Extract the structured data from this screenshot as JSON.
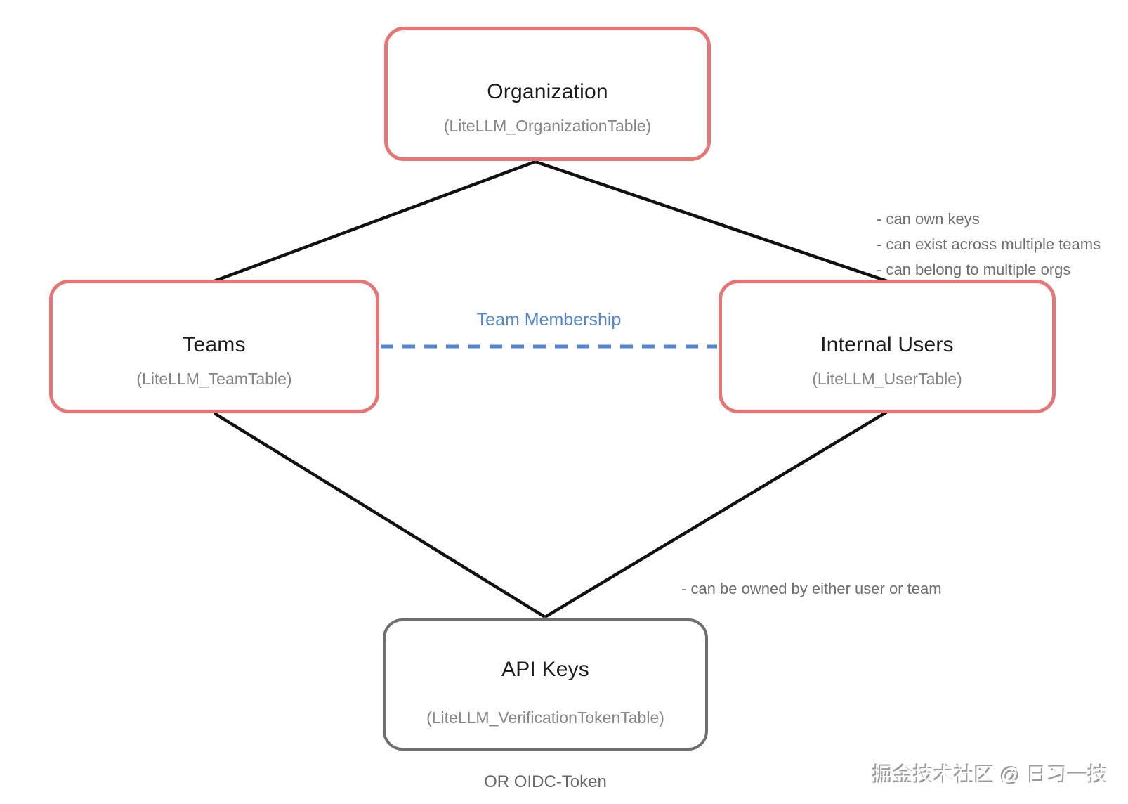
{
  "diagram": {
    "nodes": {
      "organization": {
        "title": "Organization",
        "subtitle": "(LiteLLM_OrganizationTable)"
      },
      "teams": {
        "title": "Teams",
        "subtitle": "(LiteLLM_TeamTable)"
      },
      "internal_users": {
        "title": "Internal Users",
        "subtitle": "(LiteLLM_UserTable)"
      },
      "api_keys": {
        "title": "API Keys",
        "subtitle": "(LiteLLM_VerificationTokenTable)"
      }
    },
    "labels": {
      "team_membership": "Team Membership",
      "oidc_alternative": "OR OIDC-Token"
    },
    "annotations": {
      "internal_users_notes": [
        "- can own keys",
        "- can exist across multiple teams",
        "- can belong to multiple orgs"
      ],
      "api_keys_note": "- can be owned by either user or team"
    },
    "watermark": "掘金技术社区 @ 日习一技",
    "colors": {
      "red_node_border": "#e87575",
      "gray_node_border": "#6e6e6e",
      "black_edge": "#111111",
      "blue_edge": "#5285d6",
      "title_text": "#1b1b1b",
      "subtitle_text": "#858585",
      "note_text": "#6e6e6e"
    }
  }
}
